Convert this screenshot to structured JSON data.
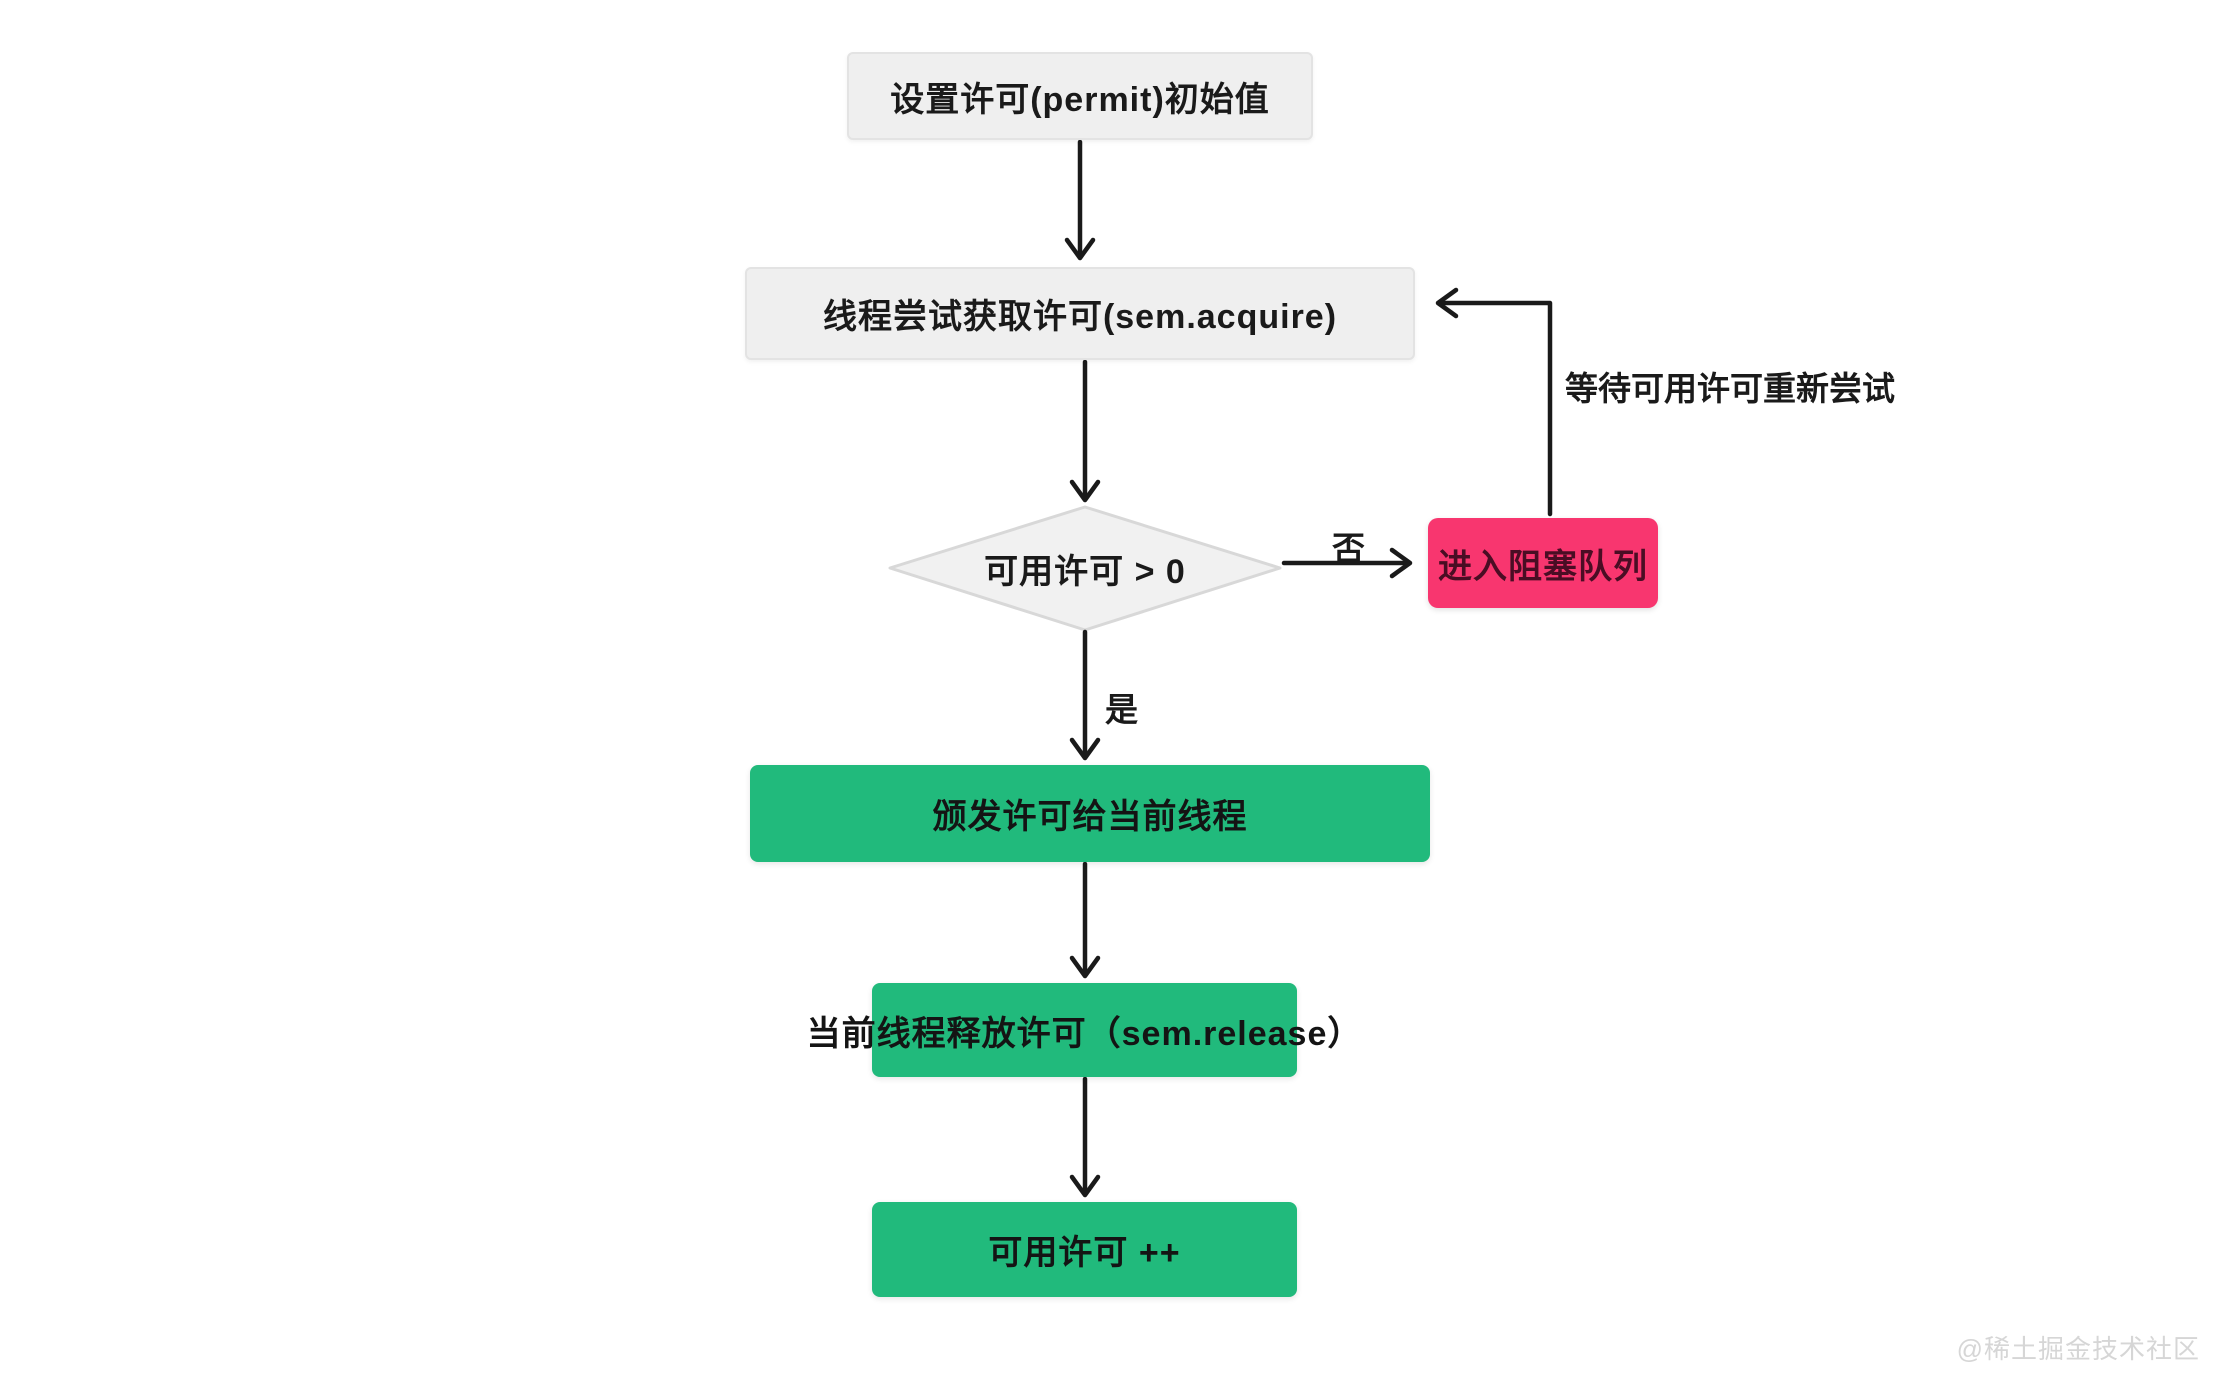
{
  "diagram": {
    "title_context": "Semaphore permit flowchart",
    "nodes": {
      "init": {
        "label": "设置许可(permit)初始值",
        "type": "process"
      },
      "acquire": {
        "label": "线程尝试获取许可(sem.acquire)",
        "type": "process"
      },
      "decision": {
        "label": "可用许可 > 0",
        "type": "decision"
      },
      "block": {
        "label": "进入阻塞队列",
        "type": "danger"
      },
      "grant": {
        "label": "颁发许可给当前线程",
        "type": "success"
      },
      "release": {
        "label": "当前线程释放许可（sem.release）",
        "type": "success"
      },
      "increment": {
        "label": "可用许可 ++",
        "type": "success"
      }
    },
    "edge_labels": {
      "yes": "是",
      "no": "否",
      "retry": "等待可用许可重新尝试"
    },
    "colors": {
      "process_fill": "#efefef",
      "process_border": "#e3e3e3",
      "decision_fill": "#f1f1f1",
      "decision_border": "#d8d8d8",
      "success_fill": "#21ba7c",
      "danger_fill": "#f8366f",
      "danger_text": "#4a0d24",
      "arrow": "#1a1a1a",
      "watermark_text": "#d6d6d6"
    },
    "watermark": "@稀土掘金技术社区"
  }
}
